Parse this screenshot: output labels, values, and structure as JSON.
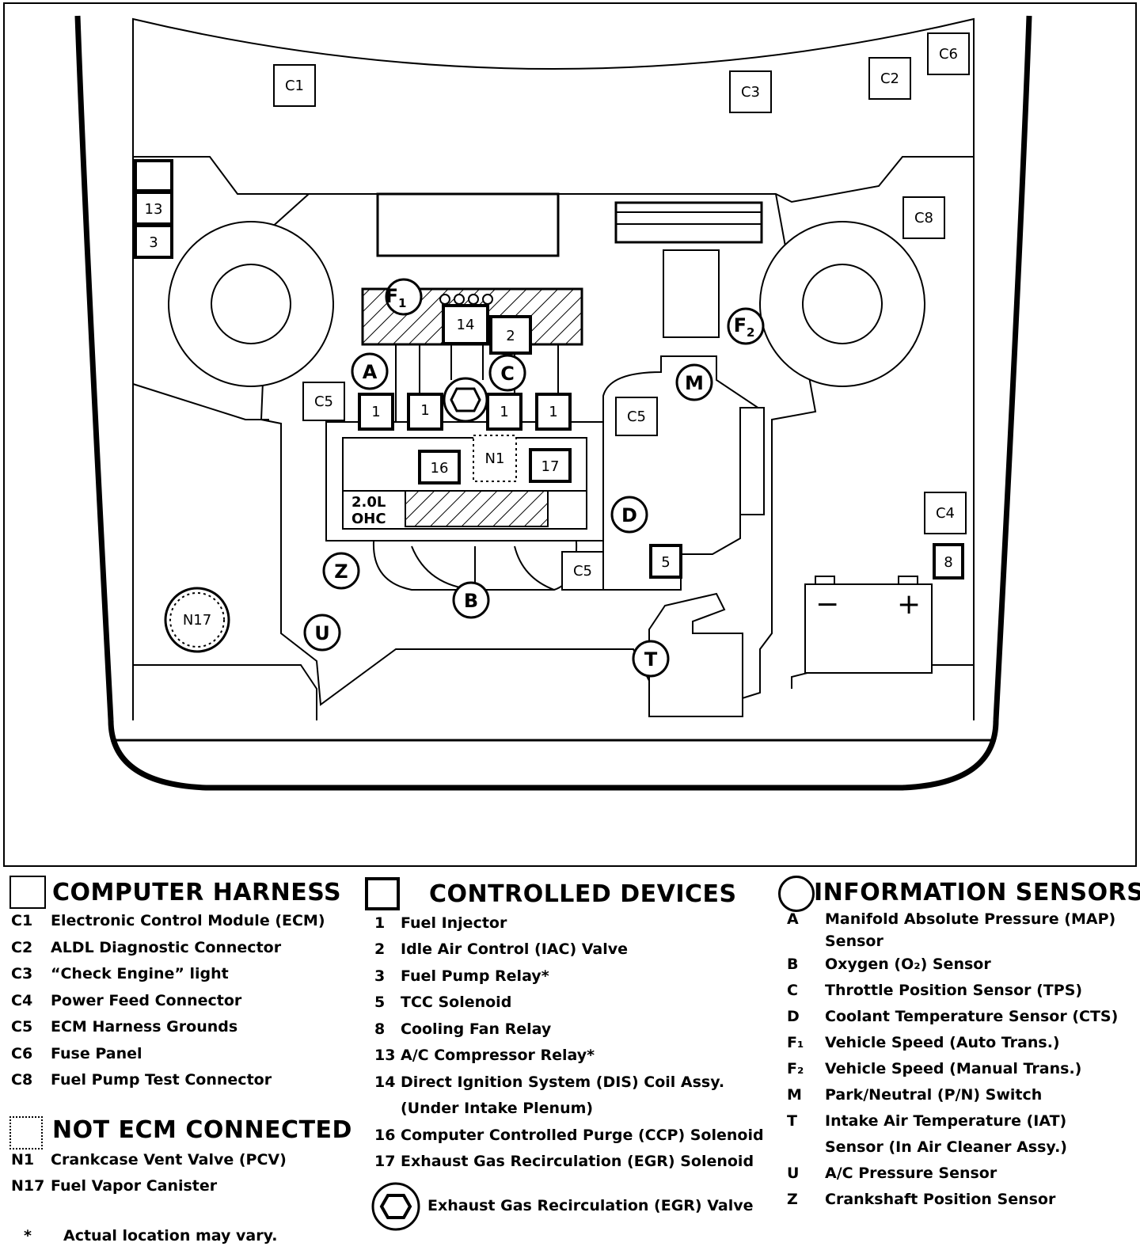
{
  "diagram": {
    "harness_tags": [
      "C1",
      "C2",
      "C3",
      "C4",
      "C5",
      "C6",
      "C8"
    ],
    "device_tags": [
      "1",
      "2",
      "3",
      "5",
      "8",
      "13",
      "14",
      "16",
      "17"
    ],
    "sensor_tags": [
      "A",
      "B",
      "C",
      "D",
      "F1",
      "F2",
      "M",
      "T",
      "U",
      "Z"
    ],
    "not_ecm_tags": [
      "N1",
      "N17"
    ],
    "engine_label_line1": "2.0L",
    "engine_label_line2": "OHC",
    "battery_minus": "−",
    "battery_plus": "+"
  },
  "legend": {
    "computer_harness": {
      "title": "COMPUTER HARNESS",
      "items": [
        {
          "code": "C1",
          "text": "Electronic Control Module (ECM)"
        },
        {
          "code": "C2",
          "text": "ALDL Diagnostic  Connector"
        },
        {
          "code": "C3",
          "text": "“Check Engine” light"
        },
        {
          "code": "C4",
          "text": "Power Feed Connector"
        },
        {
          "code": "C5",
          "text": "ECM Harness Grounds"
        },
        {
          "code": "C6",
          "text": "Fuse Panel"
        },
        {
          "code": "C8",
          "text": "Fuel Pump Test Connector"
        }
      ]
    },
    "not_ecm_connected": {
      "title": "NOT ECM CONNECTED",
      "items": [
        {
          "code": "N1",
          "text": "Crankcase Vent Valve (PCV)"
        },
        {
          "code": "N17",
          "text": "Fuel Vapor Canister"
        }
      ]
    },
    "controlled_devices": {
      "title": "CONTROLLED DEVICES",
      "items": [
        {
          "code": "1",
          "text": "Fuel Injector"
        },
        {
          "code": "2",
          "text": "Idle Air Control (IAC) Valve"
        },
        {
          "code": "3",
          "text": "Fuel Pump Relay*"
        },
        {
          "code": "5",
          "text": "TCC Solenoid"
        },
        {
          "code": "8",
          "text": "Cooling Fan Relay"
        },
        {
          "code": "13",
          "text": "A/C Compressor Relay*"
        },
        {
          "code": "14",
          "text": "Direct Ignition System (DIS) Coil Assy."
        },
        {
          "code": "",
          "text": "(Under Intake Plenum)"
        },
        {
          "code": "16",
          "text": "Computer Controlled Purge (CCP) Solenoid"
        },
        {
          "code": "17",
          "text": "Exhaust Gas Recirculation (EGR) Solenoid"
        }
      ],
      "egr_valve": "Exhaust Gas Recirculation (EGR) Valve"
    },
    "information_sensors": {
      "title": "INFORMATION SENSORS",
      "items": [
        {
          "code": "A",
          "text": "Manifold  Absolute Pressure  (MAP)"
        },
        {
          "code": "",
          "text": "Sensor"
        },
        {
          "code": "B",
          "text": "Oxygen (O₂) Sensor"
        },
        {
          "code": "C",
          "text": "Throttle Position Sensor (TPS)"
        },
        {
          "code": "D",
          "text": "Coolant Temperature Sensor (CTS)"
        },
        {
          "code": "F₁",
          "text": "Vehicle Speed (Auto Trans.)"
        },
        {
          "code": "F₂",
          "text": "Vehicle Speed (Manual Trans.)"
        },
        {
          "code": "M",
          "text": "Park/Neutral (P/N) Switch"
        },
        {
          "code": "T",
          "text": "Intake  Air Temperature (IAT)"
        },
        {
          "code": "",
          "text": "Sensor (In Air Cleaner Assy.)"
        },
        {
          "code": "U",
          "text": "A/C Pressure Sensor"
        },
        {
          "code": "Z",
          "text": "Crankshaft Position Sensor"
        }
      ]
    },
    "footnote": {
      "mark": "*",
      "text": "Actual location may vary."
    }
  }
}
